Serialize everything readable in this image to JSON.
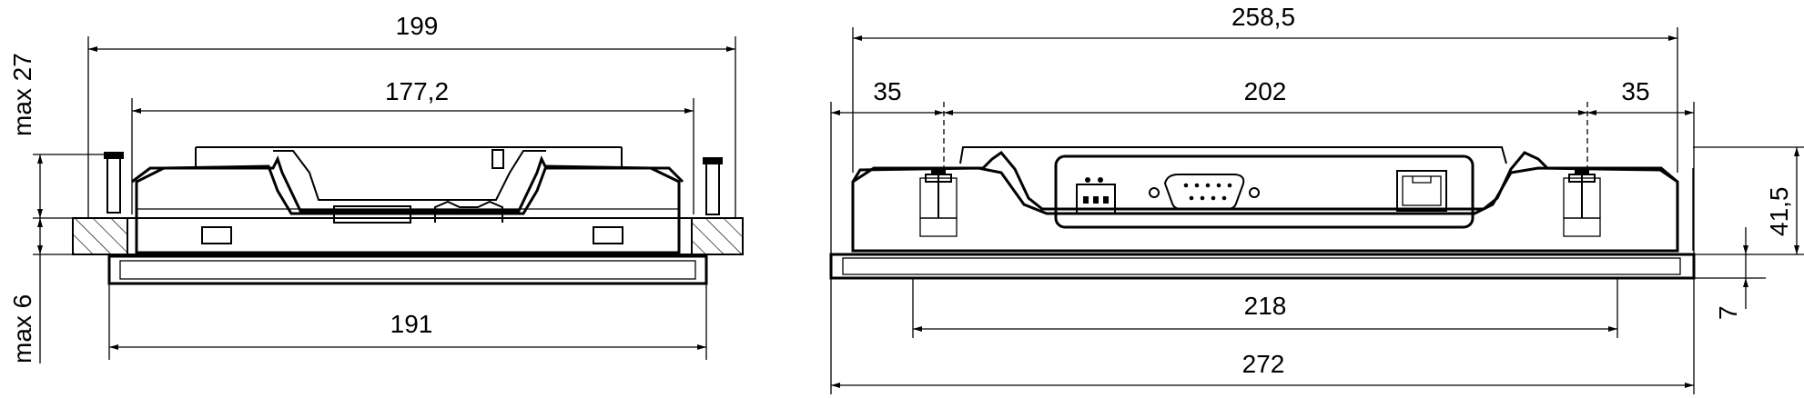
{
  "left_view": {
    "dim_overall": "199",
    "dim_cutout": "177,2",
    "dim_bezel": "191",
    "dim_max_depth": "max 27",
    "dim_max_panel": "max 6"
  },
  "right_view": {
    "dim_overall": "258,5",
    "dim_left_offset": "35",
    "dim_between_clamps": "202",
    "dim_right_offset": "35",
    "dim_bezel_inner": "218",
    "dim_bezel_outer": "272",
    "dim_height": "41,5",
    "dim_bezel_thickness": "7"
  },
  "colors": {
    "line": "#000000",
    "background": "#ffffff"
  }
}
